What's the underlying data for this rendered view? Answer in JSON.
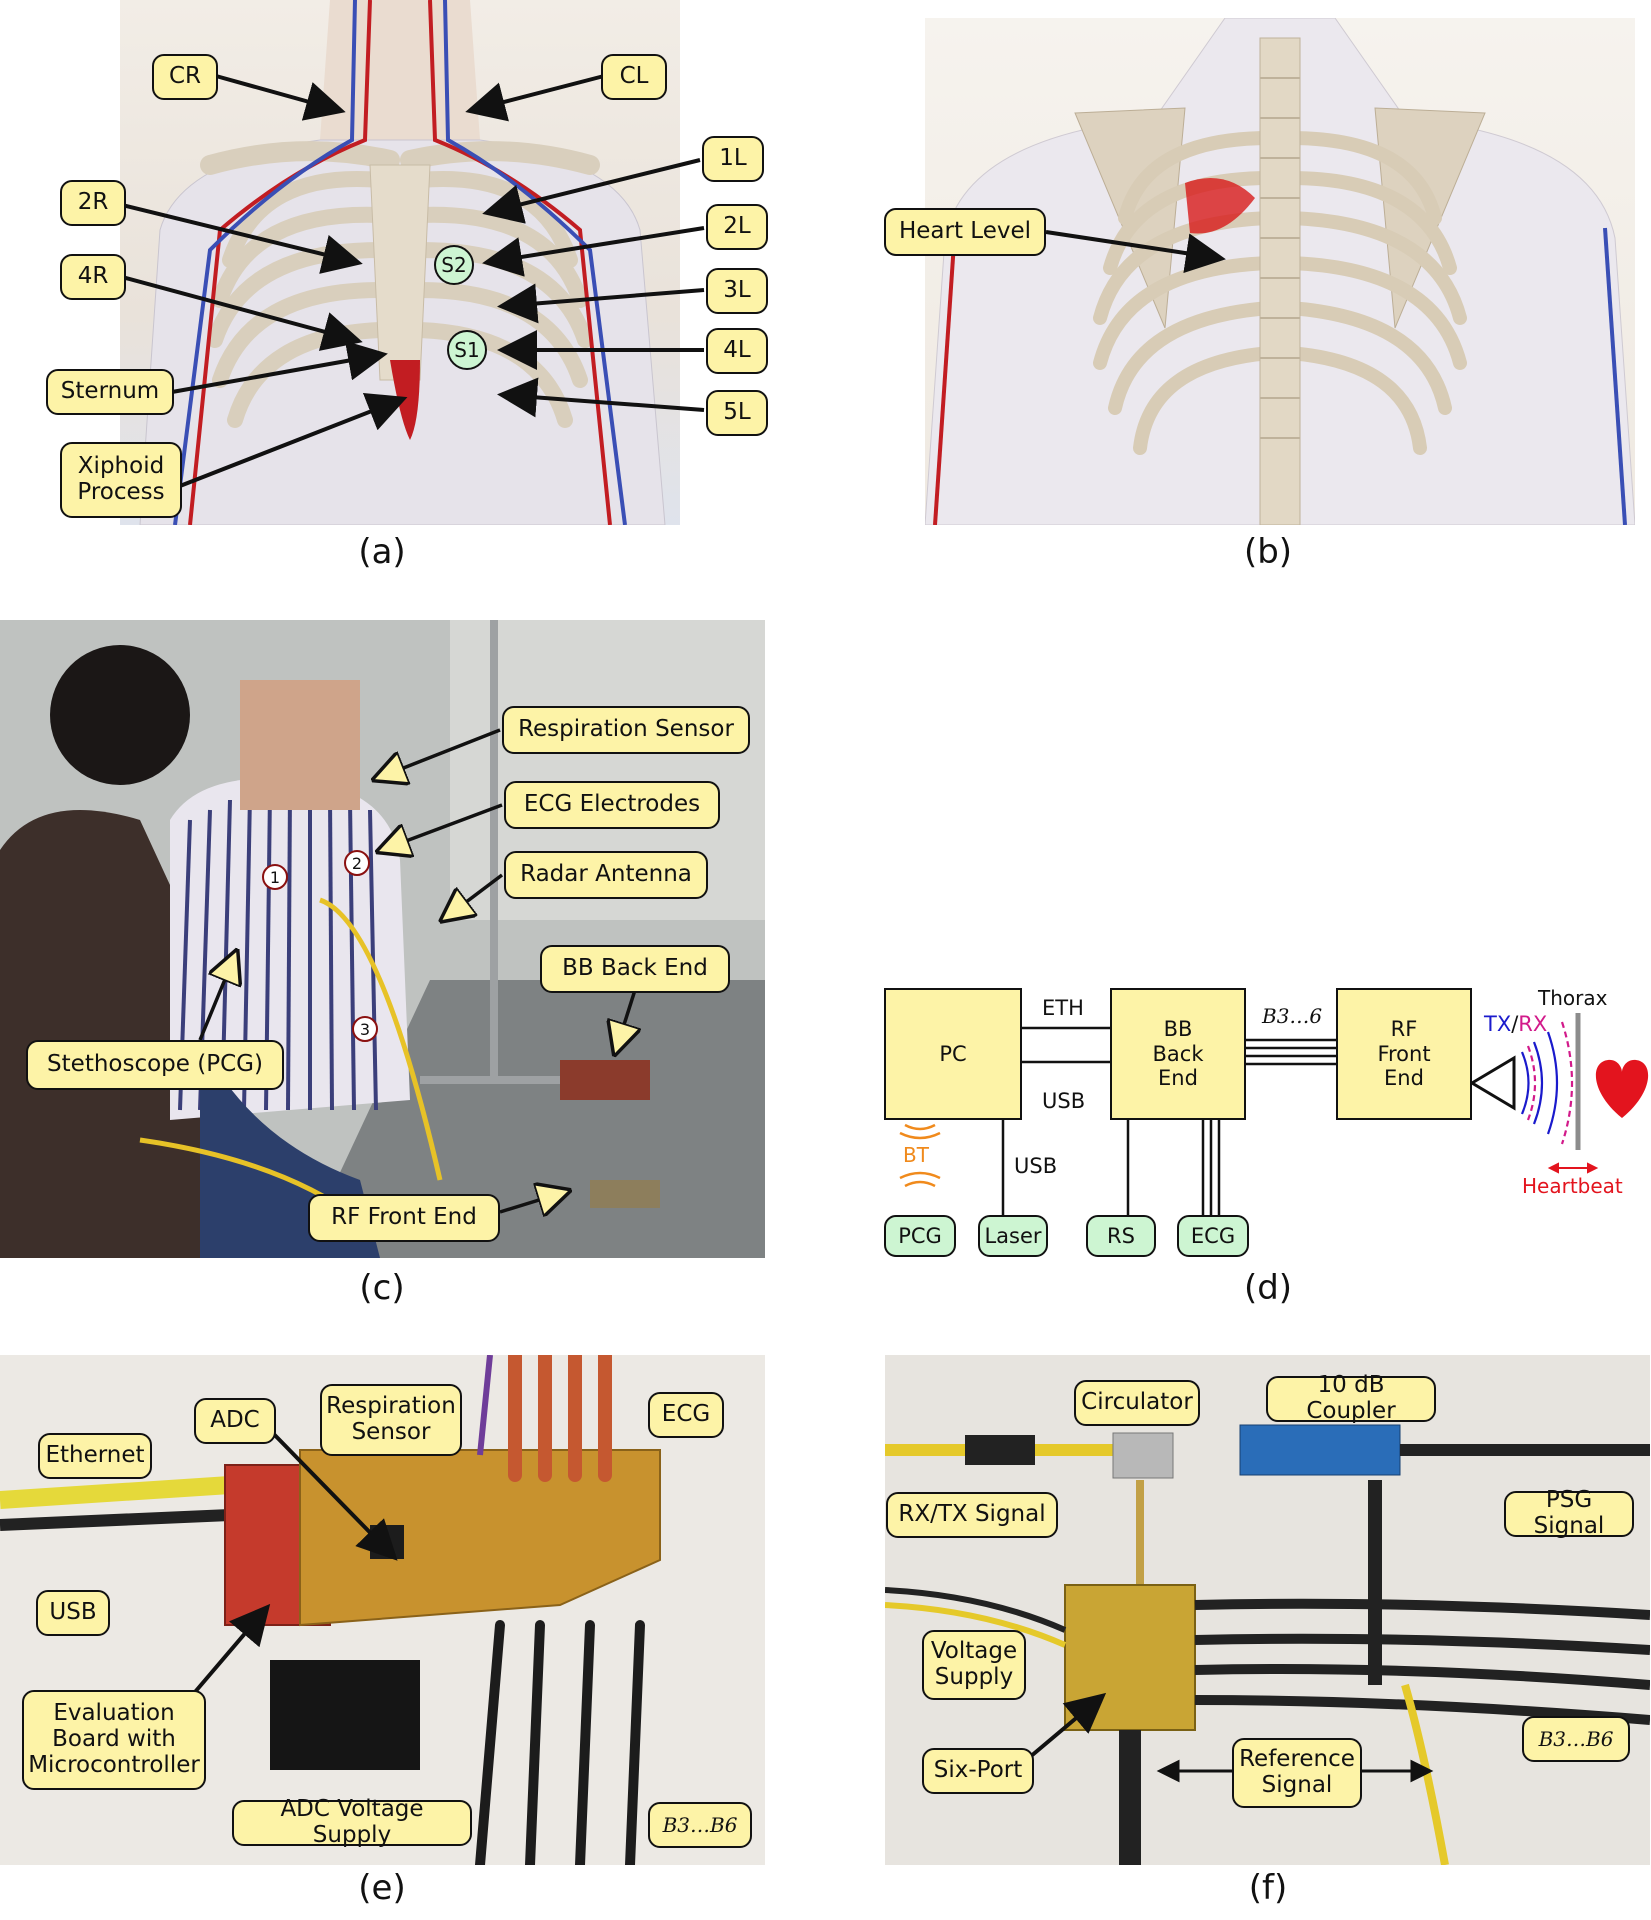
{
  "captions": [
    "(a)",
    "(b)",
    "(c)",
    "(d)",
    "(e)",
    "(f)"
  ],
  "panel_a": {
    "labels": [
      "CR",
      "CL",
      "1L",
      "2R",
      "2L",
      "4R",
      "3L",
      "4L",
      "Sternum",
      "5L",
      "Xiphoid\nProcess"
    ],
    "points": [
      "S2",
      "S1"
    ]
  },
  "panel_b": {
    "labels": [
      "Heart Level"
    ]
  },
  "panel_c": {
    "labels": [
      "Respiration Sensor",
      "ECG Electrodes",
      "Radar Antenna",
      "BB Back End",
      "Stethoscope (PCG)",
      "RF Front End"
    ],
    "electrodes": [
      "1",
      "2",
      "3"
    ]
  },
  "panel_d": {
    "blocks": {
      "pc": "PC",
      "bb": "BB\nBack\nEnd",
      "rf": "RF\nFront\nEnd"
    },
    "links": {
      "eth": "ETH",
      "usb1": "USB",
      "usb2": "USB",
      "bus": "B3…6",
      "bt": "BT"
    },
    "sensors": [
      "PCG",
      "Laser",
      "RS",
      "ECG"
    ],
    "radar": {
      "tx": "TX",
      "slash": "/",
      "rx": "RX",
      "thorax": "Thorax",
      "heartbeat": "Heartbeat"
    },
    "colors": {
      "block": "#fdf3a7",
      "sensor": "#cdf5d2",
      "tx": "#1a1acc",
      "rx": "#d21a8a",
      "bt": "#f08a1c",
      "heart": "#e3141e"
    }
  },
  "panel_e": {
    "labels": [
      "Respiration\nSensor",
      "ADC",
      "ECG",
      "Ethernet",
      "USB",
      "Evaluation\nBoard with\nMicrocontroller",
      "ADC Voltage Supply",
      "B3…B6"
    ]
  },
  "panel_f": {
    "labels": [
      "Circulator",
      "10 dB Coupler",
      "RX/TX Signal",
      "PSG Signal",
      "Voltage\nSupply",
      "Six-Port",
      "Reference\nSignal",
      "B3…B6"
    ]
  }
}
